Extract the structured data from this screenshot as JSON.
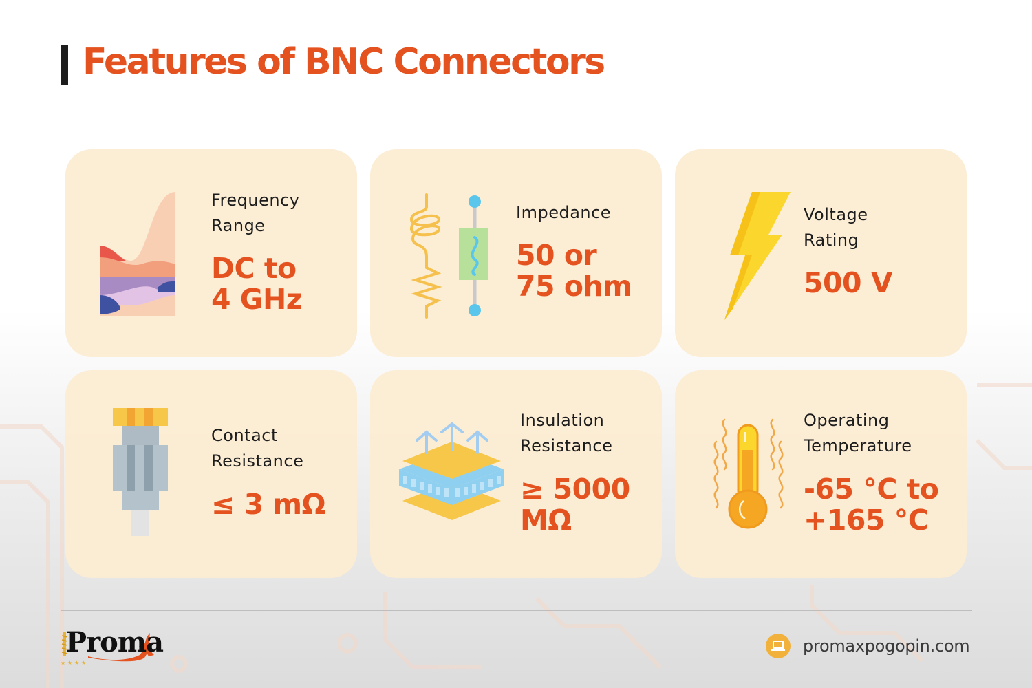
{
  "header": {
    "title": "Features of BNC Connectors"
  },
  "colors": {
    "accent": "#e4521f",
    "card_bg": "#fcecd2",
    "title_bar": "#1d1d1d"
  },
  "features": [
    {
      "icon": "frequency-wave-icon",
      "label_lines": [
        "Frequency",
        "Range"
      ],
      "value_lines": [
        "DC to",
        "4 GHz"
      ]
    },
    {
      "icon": "impedance-circuit-icon",
      "label_lines": [
        "Impedance"
      ],
      "value_lines": [
        "50 or",
        "75 ohm"
      ]
    },
    {
      "icon": "lightning-bolt-icon",
      "label_lines": [
        "Voltage",
        "Rating"
      ],
      "value_lines": [
        "500 V"
      ]
    },
    {
      "icon": "connector-pin-icon",
      "label_lines": [
        "Contact",
        "Resistance"
      ],
      "value_lines": [
        "≤ 3 mΩ"
      ]
    },
    {
      "icon": "insulation-layers-icon",
      "label_lines": [
        "Insulation",
        "Resistance"
      ],
      "value_lines": [
        "≥ 5000",
        "MΩ"
      ]
    },
    {
      "icon": "thermometer-icon",
      "label_lines": [
        "Operating",
        "Temperature"
      ],
      "value_lines": [
        "-65 °C to",
        "+165 °C"
      ]
    }
  ],
  "footer": {
    "logo_text": "Proma",
    "website": "promaxpogopin.com",
    "website_icon": "laptop-icon"
  }
}
